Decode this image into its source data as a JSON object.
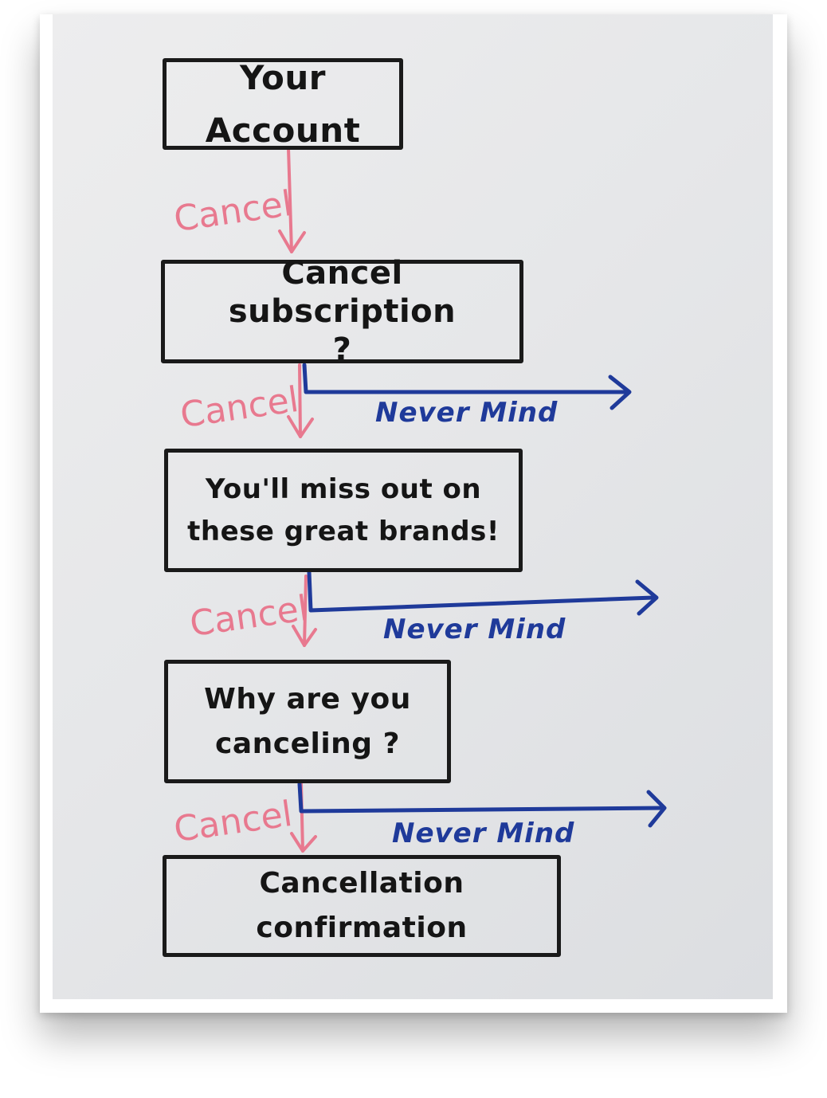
{
  "diagram": {
    "steps": [
      {
        "text": "Your Account"
      },
      {
        "text": "Cancel subscription\n?"
      },
      {
        "text": "You'll miss out on\nthese great brands!"
      },
      {
        "text": "Why are you\ncanceling ?"
      },
      {
        "text": "Cancellation confirmation"
      }
    ],
    "edges": {
      "cancel": [
        "Cancel",
        "Cancel",
        "Cancel",
        "Cancel"
      ],
      "never_mind": [
        "Never Mind",
        "Never Mind",
        "Never Mind"
      ]
    },
    "colors": {
      "box_stroke": "#1a1a1a",
      "cancel": "#e8798f",
      "never_mind": "#1f3a9a",
      "paper": "#e6e7e9"
    }
  }
}
